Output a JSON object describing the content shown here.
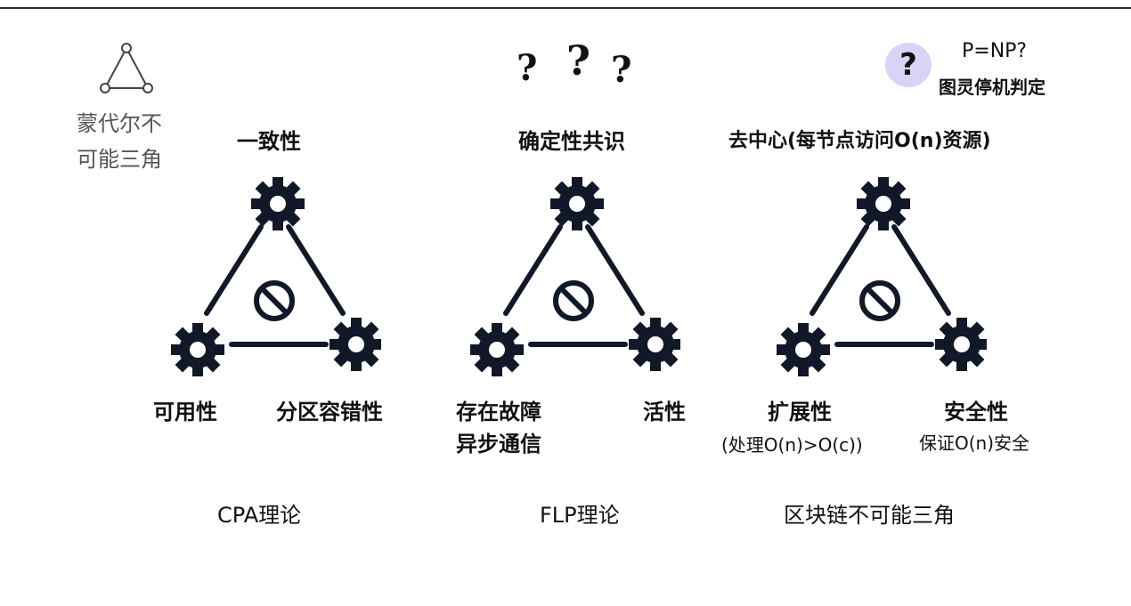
{
  "mundell": {
    "line1": "蒙代尔不",
    "line2": "可能三角"
  },
  "cpa": {
    "top": "一致性",
    "left": "可用性",
    "right": "分区容错性",
    "title": "CPA理论"
  },
  "flp": {
    "top": "确定性共识",
    "left_line1": "存在故障",
    "left_line2": "异步通信",
    "right": "活性",
    "title": "FLP理论",
    "marks": [
      "?",
      "?",
      "?"
    ]
  },
  "blockchain": {
    "top": "去中心(每节点访问O(n)资源)",
    "left": "扩展性",
    "left_sub": "(处理O(n)>O(c))",
    "right": "安全性",
    "right_sub": "保证O(n)安全",
    "title": "区块链不可能三角",
    "badge": "?",
    "pnp": "P=NP?",
    "turing": "图灵停机判定"
  },
  "colors": {
    "ink": "#111827",
    "badge_bg": "#d9d4f7",
    "gray_text": "#555555"
  },
  "icons": [
    "triangle-network-icon",
    "gear-icon",
    "prohibited-icon",
    "question-mark-icon"
  ]
}
